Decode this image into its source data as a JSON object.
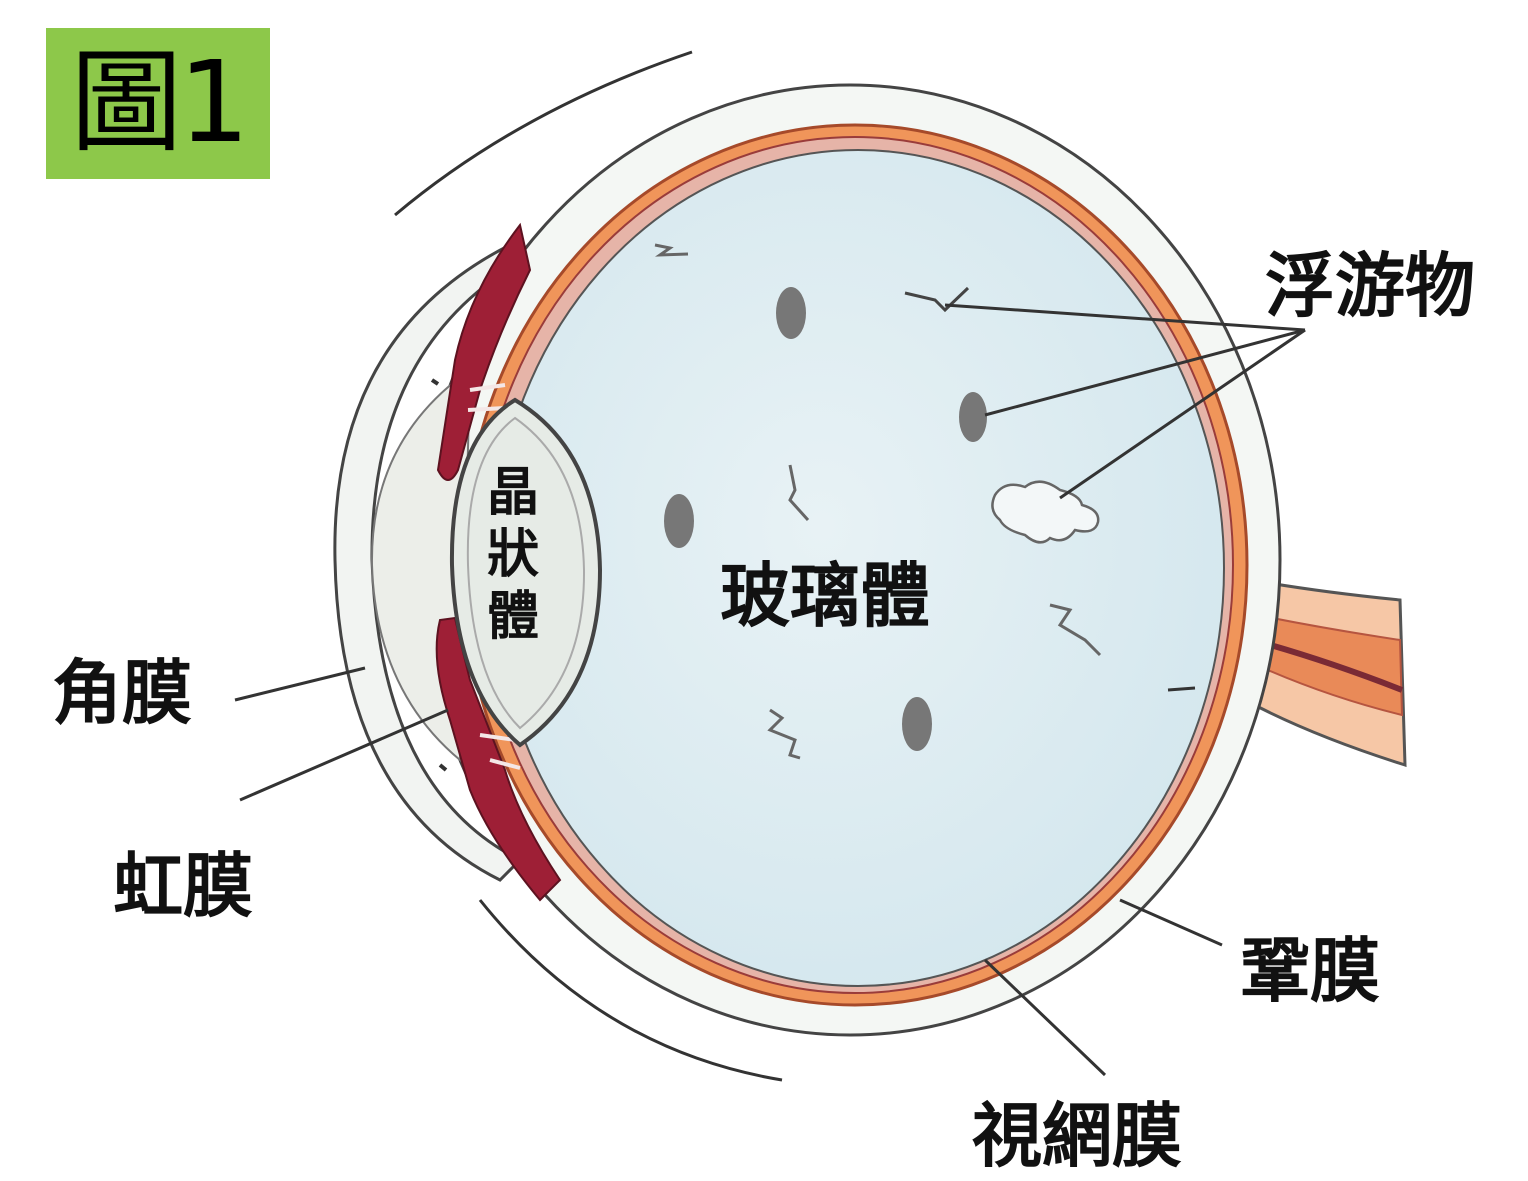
{
  "figure": {
    "badge_label": "圖1"
  },
  "labels": {
    "floaters": "浮游物",
    "lens": "晶\n狀\n體",
    "lens_chars": [
      "晶",
      "狀",
      "體"
    ],
    "vitreous": "玻璃體",
    "cornea": "角膜",
    "iris": "虹膜",
    "sclera": "鞏膜",
    "retina": "視網膜"
  },
  "colors": {
    "badge": "#8dc84a",
    "vitreous": "#dcecf1",
    "cornea_fill": "#eef2ee",
    "lens_fill": "#e6ebe6",
    "choroid": "#f0955a",
    "iris_ciliary": "#9e1f36",
    "floater": "#777777",
    "outline": "#333333",
    "optic_nerve": "#ee9a6a"
  }
}
